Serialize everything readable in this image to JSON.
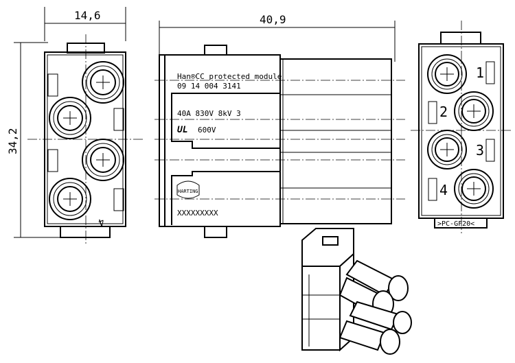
{
  "dimensions": {
    "width": "14,6",
    "length": "40,9",
    "height": "34,2"
  },
  "label": {
    "line1": "Han®CC protected module",
    "line2": "09 14 004 3141",
    "rating": "40A 830V 8kV 3",
    "ul_rating": "600V",
    "brand_logo": "HARTING",
    "serial": "XXXXXXXXX"
  },
  "pin_numbers": [
    "1",
    "2",
    "3",
    "4"
  ],
  "material_mark": ">PC-GF20<",
  "left_view_mark": "4"
}
